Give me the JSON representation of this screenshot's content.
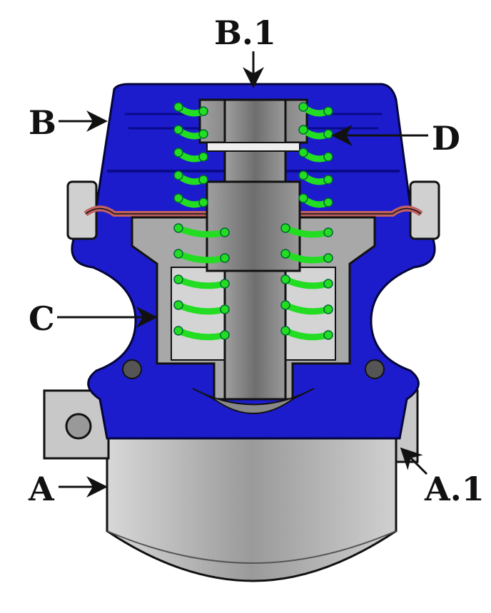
{
  "labels": {
    "b1": "B.1",
    "b": "B",
    "d": "D",
    "c": "C",
    "a": "A",
    "a1": "A.1"
  },
  "colors": {
    "body": "#1c1ccc",
    "body_dark": "#0a0a8a",
    "metal": "#bdbdbd",
    "metal_dark": "#7a7a7a",
    "spring": "#22dd22",
    "diaphragm": "#c06060"
  }
}
